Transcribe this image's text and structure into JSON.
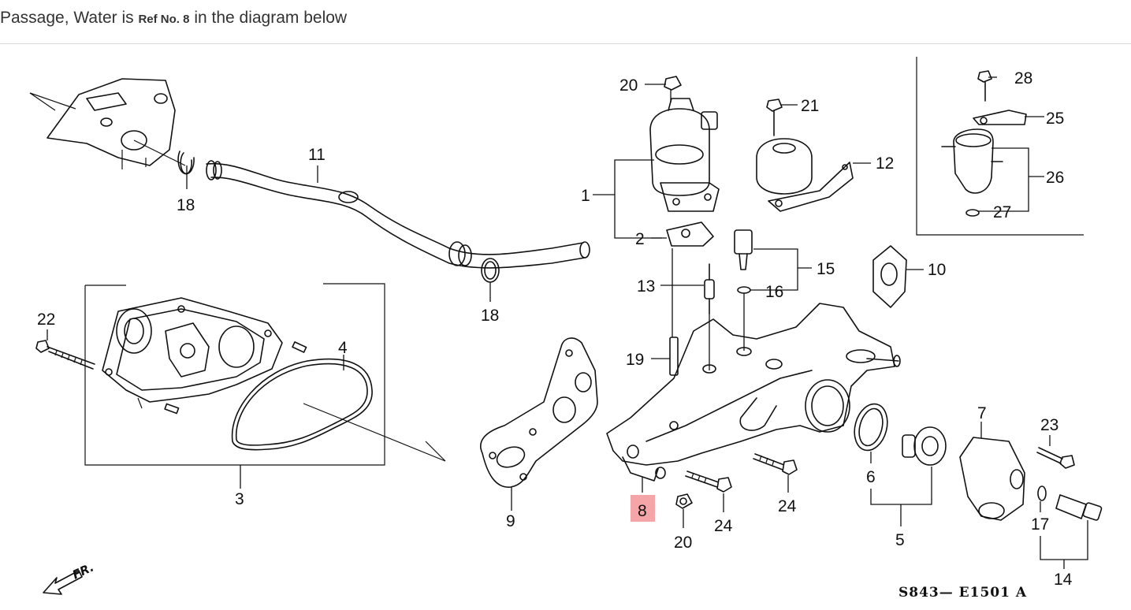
{
  "header": {
    "prefix": "Passage, Water is ",
    "ref": "Ref No. 8",
    "suffix": " in the diagram below"
  },
  "highlight_color": "#f5a5a8",
  "diagram": {
    "labels": {
      "l1": "1",
      "l2": "2",
      "l3": "3",
      "l4": "4",
      "l5": "5",
      "l6": "6",
      "l7": "7",
      "l8": "8",
      "l9": "9",
      "l10": "10",
      "l11": "11",
      "l12": "12",
      "l13": "13",
      "l14": "14",
      "l15": "15",
      "l16": "16",
      "l17": "17",
      "l18a": "18",
      "l18b": "18",
      "l19": "19",
      "l20a": "20",
      "l20b": "20",
      "l21": "21",
      "l22": "22",
      "l23": "23",
      "l24a": "24",
      "l24b": "24",
      "l25": "25",
      "l26": "26",
      "l27": "27",
      "l28": "28"
    },
    "front_mark": "FR.",
    "diagram_code": "S843— E1501 A"
  }
}
